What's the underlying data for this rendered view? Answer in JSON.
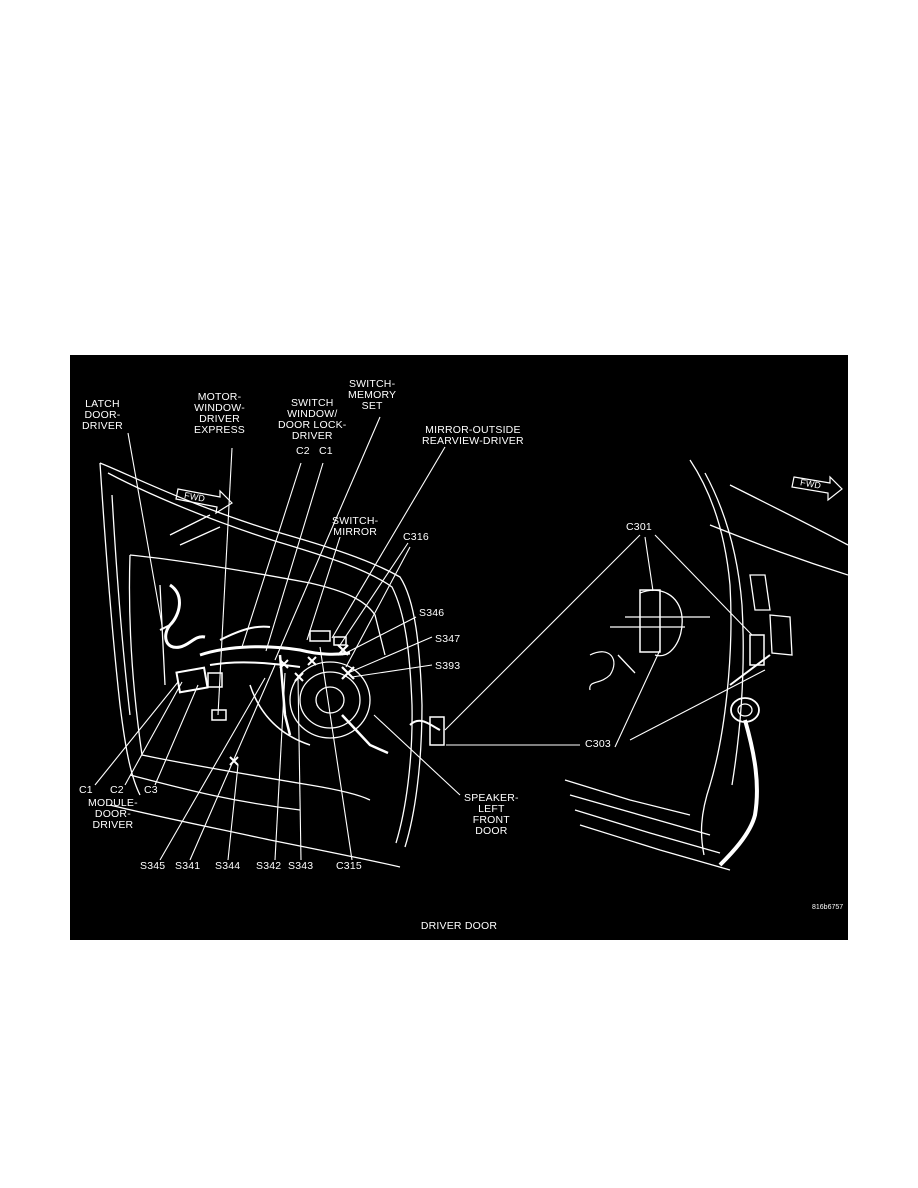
{
  "caption": "DRIVER DOOR",
  "image_code": "816b6757",
  "fwd": "FWD",
  "labels": {
    "latch": [
      "LATCH",
      "DOOR-",
      "DRIVER"
    ],
    "motor": [
      "MOTOR-",
      "WINDOW-",
      "DRIVER",
      "EXPRESS"
    ],
    "switch_window": [
      "SWITCH",
      "WINDOW/",
      "DOOR LOCK-",
      "DRIVER"
    ],
    "switch_window_c2": "C2",
    "switch_window_c1": "C1",
    "switch_memory": [
      "SWITCH-",
      "MEMORY",
      "SET"
    ],
    "mirror_outside": [
      "MIRROR-OUTSIDE",
      "REARVIEW-DRIVER"
    ],
    "switch_mirror": [
      "SWITCH-",
      "MIRROR"
    ],
    "c316": "C316",
    "s346": "S346",
    "s347": "S347",
    "s393": "S393",
    "c301": "C301",
    "c303": "C303",
    "speaker": [
      "SPEAKER-",
      "LEFT",
      "FRONT",
      "DOOR"
    ],
    "c1": "C1",
    "c2": "C2",
    "c3": "C3",
    "module": [
      "MODULE-",
      "DOOR-",
      "DRIVER"
    ],
    "s345": "S345",
    "s341": "S341",
    "s344": "S344",
    "s342": "S342",
    "s343": "S343",
    "c315": "C315"
  }
}
